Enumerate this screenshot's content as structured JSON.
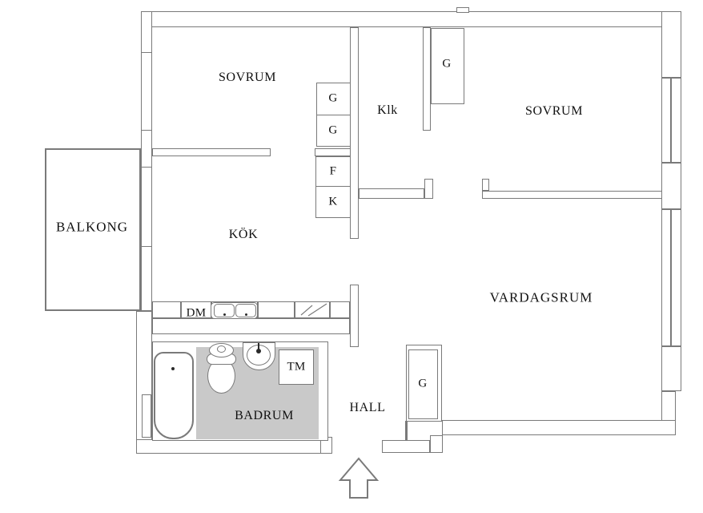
{
  "plan": {
    "type": "apartment-floorplan",
    "language": "Swedish"
  },
  "rooms": {
    "sovrum_left": {
      "label": "SOVRUM"
    },
    "sovrum_right": {
      "label": "SOVRUM"
    },
    "klk": {
      "label": "Klk"
    },
    "kok": {
      "label": "KÖK"
    },
    "vardagsrum": {
      "label": "VARDAGSRUM"
    },
    "balkong": {
      "label": "BALKONG"
    },
    "hall": {
      "label": "HALL"
    },
    "badrum": {
      "label": "BADRUM"
    }
  },
  "closets": {
    "g_top_1": {
      "label": "G"
    },
    "g_top_2": {
      "label": "G"
    },
    "f": {
      "label": "F"
    },
    "k": {
      "label": "K"
    },
    "g_bedroom": {
      "label": "G"
    },
    "g_hall": {
      "label": "G"
    }
  },
  "appliances": {
    "dm": {
      "label": "DM"
    },
    "tm": {
      "label": "TM"
    }
  },
  "colors": {
    "wall_line": "#7a7a7a",
    "bathroom_floor": "#c9c9c9",
    "text": "#111111",
    "background": "#ffffff"
  }
}
